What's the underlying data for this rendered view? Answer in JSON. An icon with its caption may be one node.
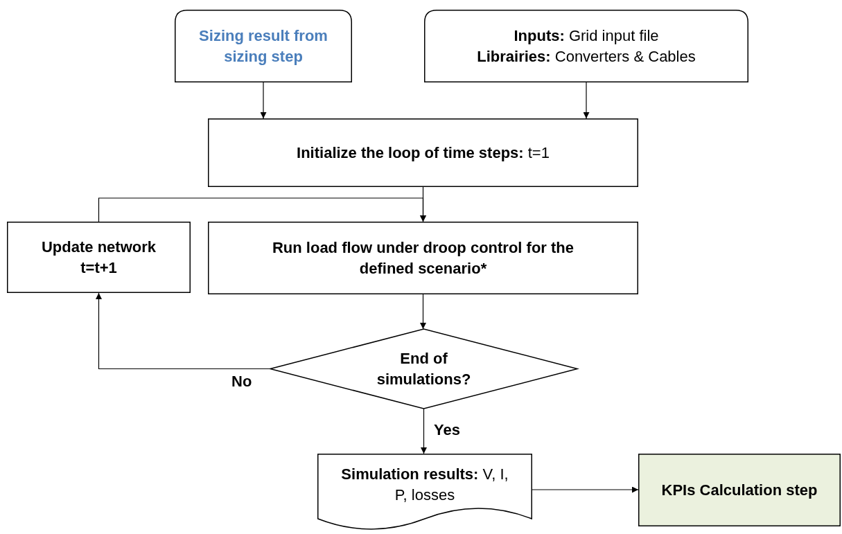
{
  "diagram": {
    "nodes": [
      {
        "text": [
          "Sizing result from sizing step"
        ]
      },
      {
        "text": [
          "**Inputs:** Grid input file",
          "**Librairies:** Converters & Cables"
        ]
      },
      {
        "text": [
          "**Initialize the loop of time steps:** t=1"
        ]
      },
      {
        "text": [
          "Update network t=t+1"
        ]
      },
      {
        "text": [
          "Run load flow under droop control for the defined scenario*"
        ]
      },
      {
        "text": [
          "End of simulations?"
        ]
      },
      {
        "text": [
          "**Simulation results:** V, I, P, losses"
        ]
      },
      {
        "text": [
          "KPIs Calculation step"
        ]
      }
    ],
    "edges": [
      {
        "from": 0,
        "to": 2,
        "arrow": "to"
      },
      {
        "from": 1,
        "to": 2,
        "arrow": "to"
      },
      {
        "from": 2,
        "to": 4,
        "arrow": "to"
      },
      {
        "from": 3,
        "to": 4,
        "arrow": "to"
      },
      {
        "from": 4,
        "to": 5,
        "arrow": "to"
      },
      {
        "from": 5,
        "to": 3,
        "arrow": "to",
        "label": "No"
      },
      {
        "from": 5,
        "to": 6,
        "arrow": "to",
        "label": "Yes"
      },
      {
        "from": 6,
        "to": 7,
        "arrow": "to"
      }
    ]
  }
}
